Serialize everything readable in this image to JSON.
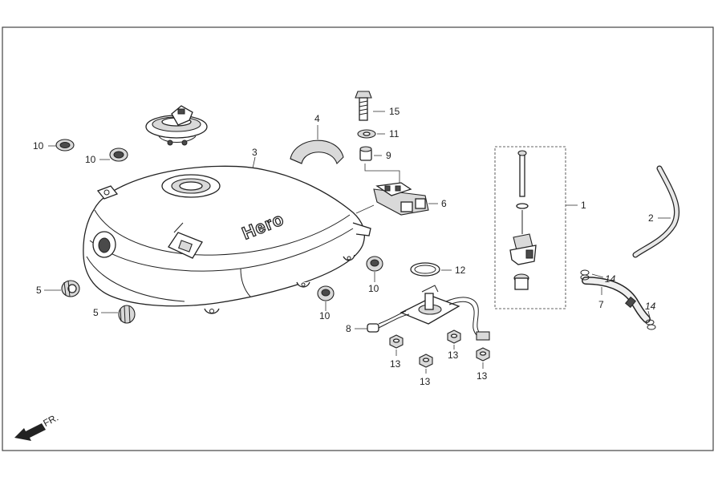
{
  "diagram": {
    "direction_label": "FR.",
    "brand_text": "Hero",
    "callouts": {
      "c1": "1",
      "c2": "2",
      "c3": "3",
      "c4": "4",
      "c5a": "5",
      "c5b": "5",
      "c6": "6",
      "c7": "7",
      "c8": "8",
      "c9": "9",
      "c10a": "10",
      "c10b": "10",
      "c10c": "10",
      "c10d": "10",
      "c11": "11",
      "c12": "12",
      "c13a": "13",
      "c13b": "13",
      "c13c": "13",
      "c13d": "13",
      "c14a": "14",
      "c14b": "14",
      "c15": "15"
    }
  }
}
